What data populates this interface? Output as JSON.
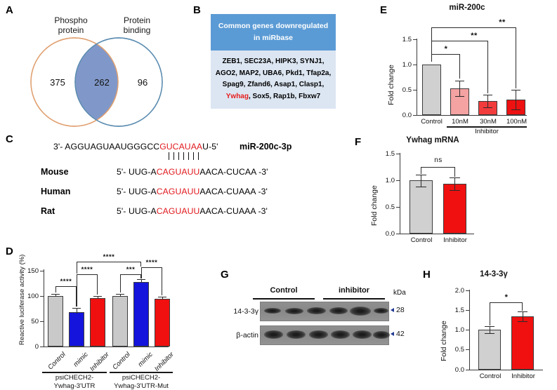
{
  "figure": {
    "panels": [
      "A",
      "B",
      "C",
      "D",
      "E",
      "F",
      "G",
      "H"
    ]
  },
  "panelA": {
    "letter": "A",
    "left_circle_label": "Phospho\nprotein",
    "left_label_line1": "Phospho",
    "left_label_line2": "protein",
    "right_label_line1": "Protein",
    "right_label_line2": "binding",
    "left_only": "375",
    "intersection": "262",
    "right_only": "96",
    "colors": {
      "left_stroke": "#e0a070",
      "right_stroke": "#5b8cb0",
      "intersection_fill": "#8098c9"
    }
  },
  "panelB": {
    "letter": "B",
    "header_line1": "Common genes downregulated",
    "header_line2": "in miRbase",
    "gene_lines": [
      "ZEB1, SEC23A, HIPK3, SYNJ1,",
      "AGO2, MAP2, UBA6, Pkd1, Tfap2a,",
      "Spag9, Zfand6, Asap1, Clasp1,"
    ],
    "last_line_highlight": "Ywhag",
    "last_line_rest": ", Sox5, Rap1b, Fbxw7",
    "colors": {
      "header_bg": "#5b9bd5",
      "body_bg": "#dce6f2",
      "highlight": "#e81c1c"
    }
  },
  "panelC": {
    "letter": "C",
    "mirna_name": "miR-200c-3p",
    "mirna_seq_prefix": "3'- AGGUAGUAAUGGGCC",
    "mirna_seq_red": "GUCAUAA",
    "mirna_seq_suffix": "U-5'",
    "pair_count": 7,
    "rows": [
      {
        "species": "Mouse",
        "prefix": "5'- UUG-A",
        "red": "CAGUAUU",
        "suffix": "AACA-CUCAA -3'"
      },
      {
        "species": "Human",
        "prefix": "5'- UUG-A",
        "red": "CAGUAUU",
        "suffix": "AACA-CUAAA -3'"
      },
      {
        "species": "Rat",
        "prefix": "5'- UUG-A",
        "red": "CAGUAUU",
        "suffix": "AACA-CUAAA -3'"
      }
    ]
  },
  "panelD": {
    "letter": "D",
    "chart_data": {
      "type": "bar",
      "title": "",
      "ylabel": "Reactive luciferase activity (%)",
      "xlabel": "",
      "ylim": [
        0,
        150
      ],
      "yticks": [
        "0",
        "50",
        "100",
        "150"
      ],
      "categories": [
        "Control",
        "mimic",
        "Inhibitor",
        "Control",
        "mimic",
        "Inhibitor"
      ],
      "values": [
        100,
        68,
        96,
        100,
        128,
        95
      ],
      "errors": [
        2,
        6,
        2,
        2,
        3,
        2
      ],
      "bar_colors": [
        "#c9c9c9",
        "#1414dc",
        "#f01010",
        "#c9c9c9",
        "#1414dc",
        "#f01010"
      ],
      "groups": [
        {
          "label_line1": "psiCHECH2-",
          "label_line2": "Ywhag-3'UTR"
        },
        {
          "label_line1": "psiCHECH2-",
          "label_line2": "Ywhag-3'UTR-Mut"
        }
      ],
      "annotations": [
        {
          "text": "****",
          "from": 0,
          "to": 1
        },
        {
          "text": "****",
          "from": 1,
          "to": 2
        },
        {
          "text": "***",
          "from": 3,
          "to": 4
        },
        {
          "text": "****",
          "from": 4,
          "to": 5
        },
        {
          "text": "****",
          "from": 1,
          "to": 4
        }
      ]
    }
  },
  "panelE": {
    "letter": "E",
    "chart_data": {
      "type": "bar",
      "title": "miR-200c",
      "ylabel": "Fold change",
      "xlabel": "",
      "group_label": "Inhibitor",
      "ylim": [
        0,
        1.5
      ],
      "yticks": [
        "0.0",
        "0.5",
        "1.0",
        "1.5"
      ],
      "categories": [
        "Control",
        "10nM",
        "30nM",
        "100nM"
      ],
      "values": [
        1.0,
        0.53,
        0.28,
        0.31
      ],
      "errors": [
        0.0,
        0.15,
        0.12,
        0.19
      ],
      "bar_colors": [
        "#d0d0d0",
        "#f4a2a2",
        "#f23c3c",
        "#ee1111"
      ],
      "annotations": [
        {
          "text": "*",
          "from": 0,
          "to": 1
        },
        {
          "text": "**",
          "from": 0,
          "to": 2
        },
        {
          "text": "**",
          "from": 0,
          "to": 3
        }
      ]
    }
  },
  "panelF": {
    "letter": "F",
    "chart_data": {
      "type": "bar",
      "title": "Ywhag mRNA",
      "ylabel": "Fold change",
      "xlabel": "",
      "ylim": [
        0,
        1.5
      ],
      "yticks": [
        "0.0",
        "0.5",
        "1.0",
        "1.5"
      ],
      "categories": [
        "Control",
        "Inhibitor"
      ],
      "values": [
        1.0,
        0.93
      ],
      "errors": [
        0.11,
        0.12
      ],
      "bar_colors": [
        "#d0d0d0",
        "#f01010"
      ],
      "annotations": [
        {
          "text": "ns",
          "from": 0,
          "to": 1
        }
      ]
    }
  },
  "panelG": {
    "letter": "G",
    "group_left": "Control",
    "group_right": "inhibitor",
    "kda_header": "kDa",
    "rows": [
      {
        "name": "14-3-3γ",
        "mw": "28"
      },
      {
        "name": "β-actin",
        "mw": "42"
      }
    ],
    "lane_count": 6
  },
  "panelH": {
    "letter": "H",
    "chart_data": {
      "type": "bar",
      "title": "14-3-3γ",
      "ylabel": "Fold change",
      "xlabel": "",
      "ylim": [
        0,
        2.0
      ],
      "yticks": [
        "0.0",
        "0.5",
        "1.0",
        "1.5",
        "2.0"
      ],
      "categories": [
        "Control",
        "Inhibitor"
      ],
      "values": [
        1.0,
        1.35
      ],
      "errors": [
        0.08,
        0.12
      ],
      "bar_colors": [
        "#d0d0d0",
        "#f01010"
      ],
      "annotations": [
        {
          "text": "*",
          "from": 0,
          "to": 1
        }
      ]
    }
  }
}
